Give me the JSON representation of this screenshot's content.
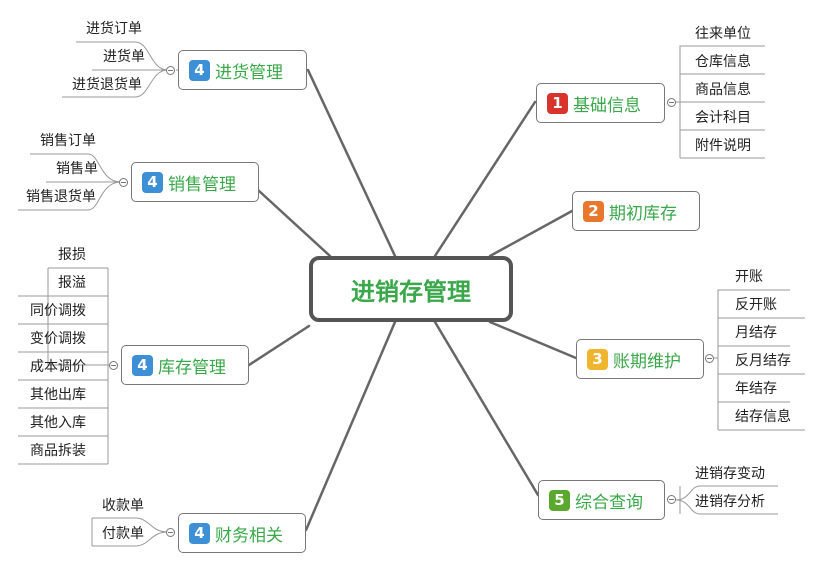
{
  "center_label": "进销存管理",
  "colors": {
    "red": "#d9342b",
    "orange": "#e8782e",
    "yellow": "#f0b52f",
    "blue": "#3d8fd6",
    "green": "#5ba82f",
    "text_green": "#3aa84a"
  },
  "branches": {
    "jinhuo": {
      "badge": "4",
      "label": "进货管理",
      "items": [
        "进货订单",
        "进货单",
        "进货退货单"
      ]
    },
    "xiaoshou": {
      "badge": "4",
      "label": "销售管理",
      "items": [
        "销售订单",
        "销售单",
        "销售退货单"
      ]
    },
    "kucun": {
      "badge": "4",
      "label": "库存管理",
      "items": [
        "报损",
        "报溢",
        "同价调拨",
        "变价调拨",
        "成本调价",
        "其他出库",
        "其他入库",
        "商品拆装"
      ]
    },
    "caiwu": {
      "badge": "4",
      "label": "财务相关",
      "items": [
        "收款单",
        "付款单"
      ]
    },
    "jichu": {
      "badge": "1",
      "label": "基础信息",
      "items": [
        "往来单位",
        "仓库信息",
        "商品信息",
        "会计科目",
        "附件说明"
      ]
    },
    "qichu": {
      "badge": "2",
      "label": "期初库存"
    },
    "zhangqi": {
      "badge": "3",
      "label": "账期维护",
      "items": [
        "开账",
        "反开账",
        "月结存",
        "反月结存",
        "年结存",
        "结存信息"
      ]
    },
    "zonghe": {
      "badge": "5",
      "label": "综合查询",
      "items": [
        "进销存变动",
        "进销存分析"
      ]
    }
  }
}
